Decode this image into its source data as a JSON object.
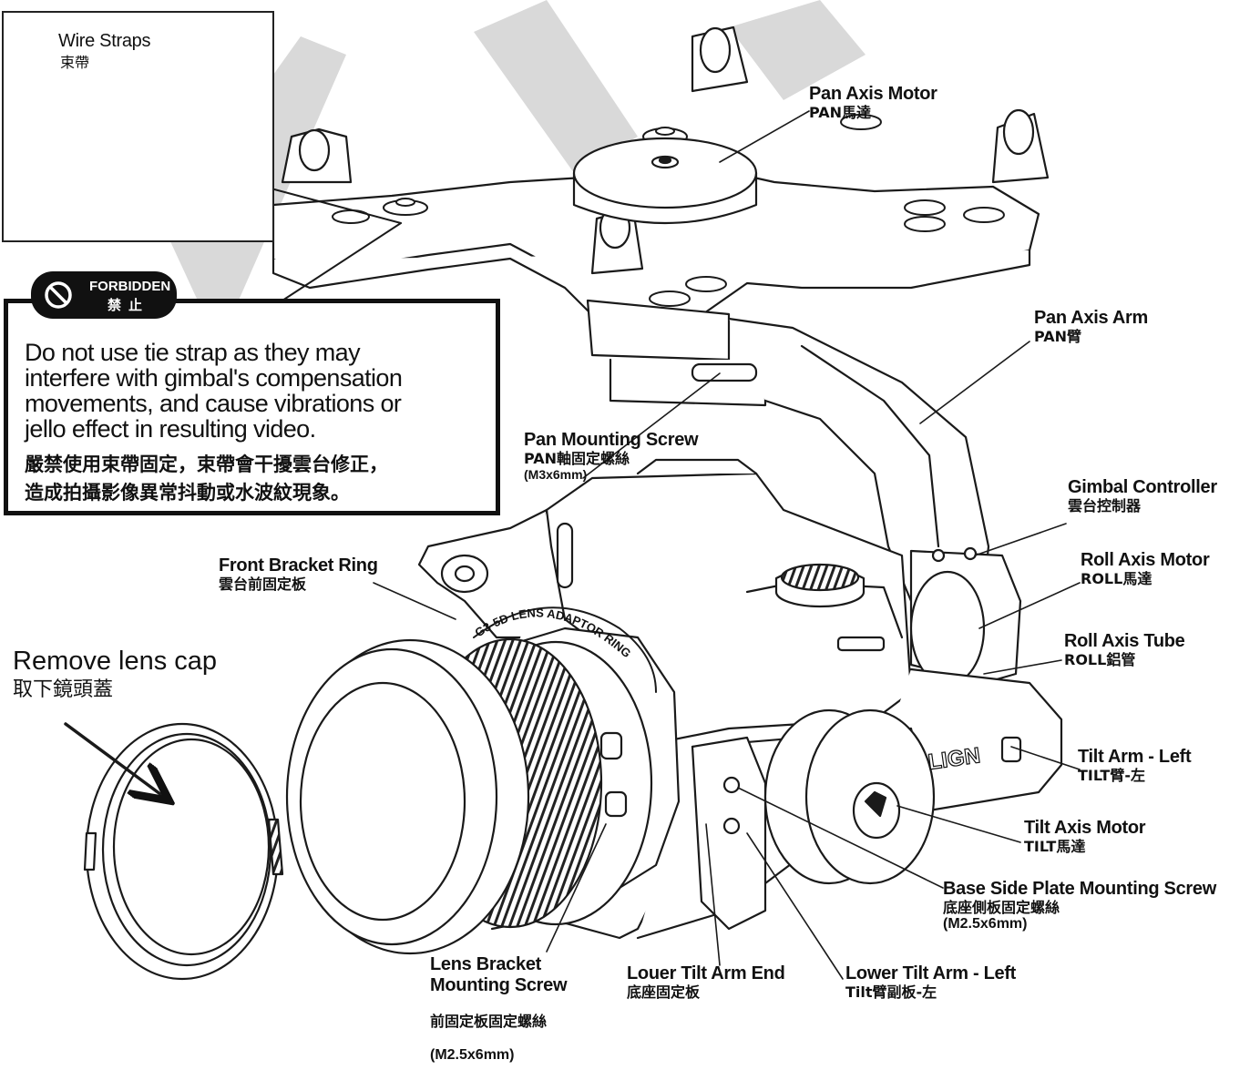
{
  "inset": {
    "label_en": "Wire Straps",
    "label_zh": "束帶"
  },
  "warning": {
    "badge_en": "FORBIDDEN",
    "badge_zh": "禁止",
    "text_en": "Do not use tie strap as they may\ninterfere with gimbal's compensation\nmovements, and cause vibrations or\njello effect in resulting video.",
    "text_zh": "嚴禁使用束帶固定，束帶會干擾雲台修正，\n造成拍攝影像異常抖動或水波紋現象。"
  },
  "lens_cap": {
    "title_en": "Remove lens cap",
    "title_zh": "取下鏡頭蓋"
  },
  "adaptor_ring_text": "G3-5D LENS ADAPTOR RING",
  "brand_text": "LIGN",
  "callouts": [
    {
      "id": "pan-axis-motor",
      "en": "Pan Axis Motor",
      "zh": "PAN馬達",
      "spec": ""
    },
    {
      "id": "pan-axis-arm",
      "en": "Pan Axis Arm",
      "zh": "PAN臂",
      "spec": ""
    },
    {
      "id": "pan-mounting-screw",
      "en": "Pan Mounting Screw",
      "zh": "PAN軸固定螺絲",
      "spec": "(M3x6mm)"
    },
    {
      "id": "gimbal-controller",
      "en": "Gimbal Controller",
      "zh": "雲台控制器",
      "spec": ""
    },
    {
      "id": "roll-axis-motor",
      "en": "Roll Axis Motor",
      "zh": "ROLL馬達",
      "spec": ""
    },
    {
      "id": "roll-axis-tube",
      "en": "Roll Axis Tube",
      "zh": "ROLL鋁管",
      "spec": ""
    },
    {
      "id": "front-bracket-ring",
      "en": "Front Bracket Ring",
      "zh": "雲台前固定板",
      "spec": ""
    },
    {
      "id": "tilt-arm-left",
      "en": "Tilt Arm - Left",
      "zh": "TILT臂-左",
      "spec": ""
    },
    {
      "id": "tilt-axis-motor",
      "en": "Tilt Axis Motor",
      "zh": "TILT馬達",
      "spec": ""
    },
    {
      "id": "base-side-plate-screw",
      "en": "Base Side Plate Mounting Screw",
      "zh": "底座側板固定螺絲",
      "spec": "(M2.5x6mm)"
    },
    {
      "id": "lens-bracket-screw",
      "en": "Lens Bracket\nMounting Screw",
      "zh": "前固定板固定螺絲",
      "spec": "(M2.5x6mm)"
    },
    {
      "id": "louer-tilt-arm-end",
      "en": "Louer Tilt Arm End",
      "zh": "底座固定板",
      "spec": ""
    },
    {
      "id": "lower-tilt-arm-left",
      "en": "Lower Tilt Arm - Left",
      "zh": "Tilt臂副板-左",
      "spec": ""
    }
  ]
}
